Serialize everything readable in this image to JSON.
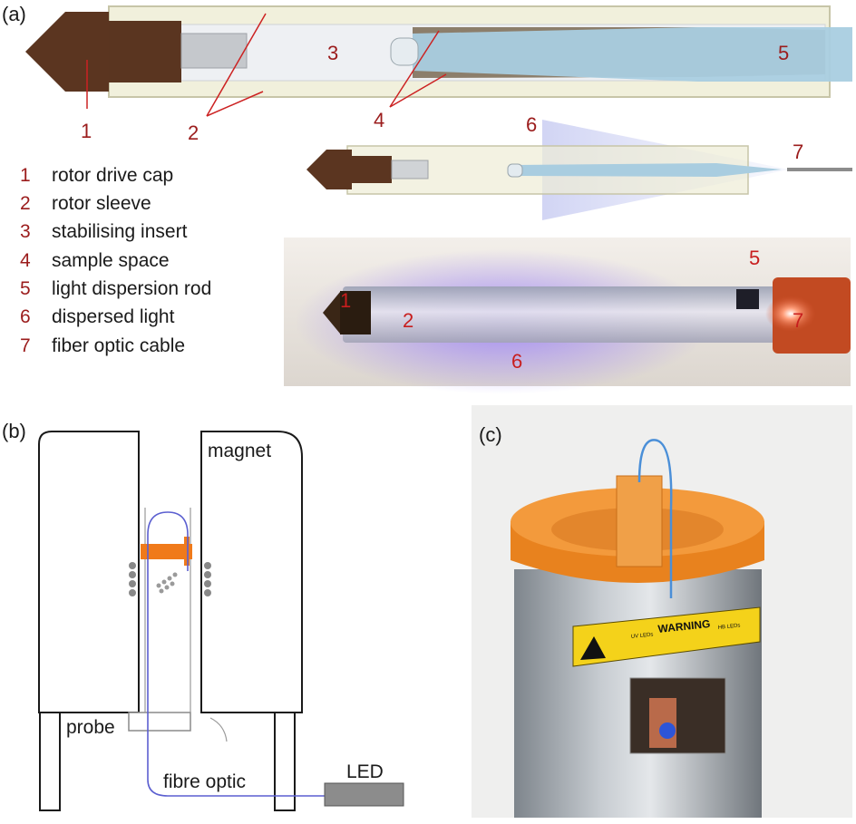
{
  "panels": {
    "a": "(a)",
    "b": "(b)",
    "c": "(c)"
  },
  "rotor_callouts": [
    "1",
    "2",
    "3",
    "4",
    "5",
    "6",
    "7"
  ],
  "legend": [
    {
      "num": "1",
      "text": "rotor drive cap"
    },
    {
      "num": "2",
      "text": "rotor sleeve"
    },
    {
      "num": "3",
      "text": "stabilising insert"
    },
    {
      "num": "4",
      "text": "sample space"
    },
    {
      "num": "5",
      "text": "light dispersion rod"
    },
    {
      "num": "6",
      "text": "dispersed light"
    },
    {
      "num": "7",
      "text": "fiber optic cable"
    }
  ],
  "photo_callouts": [
    "1",
    "2",
    "5",
    "6",
    "7"
  ],
  "setup_labels": {
    "magnet": "magnet",
    "probe": "probe",
    "fibre_optic": "fibre optic",
    "led": "LED"
  },
  "warning_sticker": {
    "title": "WARNING",
    "left_text": "UV LEDs",
    "right_text": "HB LEDs"
  },
  "colors": {
    "callout": "#9b1c1c",
    "cap_brown": "#5b3520",
    "sleeve": "#f1f0dc",
    "rod_blue": "#a9cde0",
    "orange": "#f07a1a",
    "fiber_blue": "#5b5fd0"
  }
}
